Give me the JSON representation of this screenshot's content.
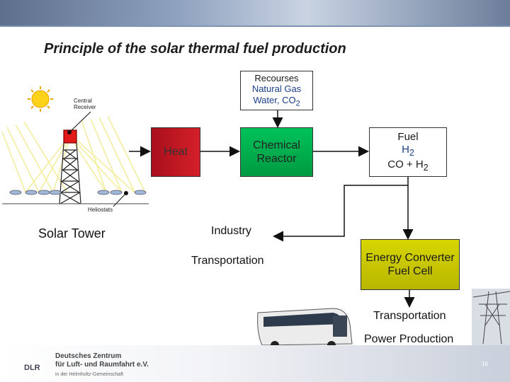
{
  "title": "Principle of the solar thermal fuel production",
  "resources": {
    "line1": "Recourses",
    "line2": "Natural Gas",
    "line3_prefix": "Water, CO",
    "line3_sub": "2"
  },
  "heat_label": "Heat",
  "chemical_reactor": {
    "line1": "Chemical",
    "line2": "Reactor"
  },
  "fuel": {
    "line1": "Fuel",
    "h2_prefix": "H",
    "h2_sub": "2",
    "co_line_prefix": "CO + H",
    "co_line_sub": "2"
  },
  "energy_converter": {
    "line1": "Energy Converter",
    "line2": "Fuel Cell"
  },
  "solar_tower_label": "Solar Tower",
  "central_receiver_label": {
    "line1": "Central",
    "line2": "Receiver"
  },
  "heliostats_label": "Heliostats",
  "industry_label": "Industry",
  "transportation_mid": "Transportation",
  "transportation_bottom": "Transportation",
  "power_production": "Power Production",
  "footer": {
    "org_line1": "Deutsches Zentrum",
    "org_line2": "für Luft- und Raumfahrt e.V.",
    "org_sub": "in der Helmholtz-Gemeinschaft",
    "abbr": "DLR",
    "page_number": "16"
  },
  "colors": {
    "heat_red": "#c41a24",
    "reactor_green": "#00ad4d",
    "converter_yellow": "#cbca00",
    "resource_blue": "#1a3f8a"
  }
}
